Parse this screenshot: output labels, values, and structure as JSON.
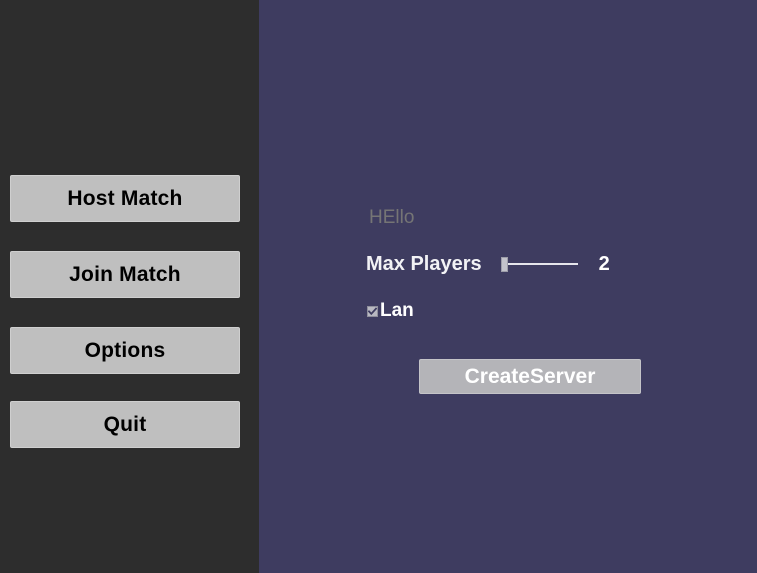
{
  "sidebar": {
    "background_color": "#2d2d2d",
    "items": [
      {
        "id": "host-match",
        "label": "Host Match"
      },
      {
        "id": "join-match",
        "label": "Join Match"
      },
      {
        "id": "options",
        "label": "Options"
      },
      {
        "id": "quit",
        "label": "Quit"
      }
    ]
  },
  "panel": {
    "background_color": "#3e3c60",
    "server_name": {
      "value": "",
      "placeholder": "HEllo"
    },
    "max_players": {
      "label": "Max Players",
      "value": "2",
      "slider_position_pct": 0
    },
    "lan": {
      "label": "Lan",
      "checked": true,
      "check_icon": "check-icon"
    },
    "create_server": {
      "label": "CreateServer"
    }
  },
  "colors": {
    "sidebar_bg": "#2d2d2d",
    "panel_bg": "#3e3c60",
    "button_face": "#bfbfbf",
    "button_text": "#000000",
    "create_button_face": "#b4b4b8",
    "create_button_text": "#ffffff",
    "panel_text": "#ffffff",
    "placeholder_text": "#9b9bab"
  }
}
